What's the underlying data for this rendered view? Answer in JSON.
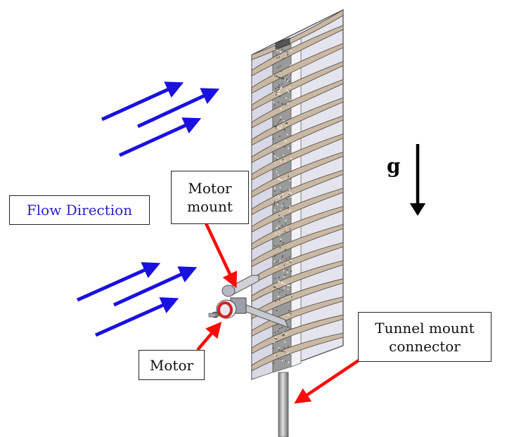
{
  "labels": {
    "flow_direction": "Flow Direction",
    "motor_mount_line1": "Motor",
    "motor_mount_line2": "mount",
    "motor": "Motor",
    "tunnel_mount_line1": "Tunnel mount",
    "tunnel_mount_line2": "connector",
    "gravity": "g"
  },
  "colors": {
    "flow_arrow": "#1a10e0",
    "flow_text": "#2a1fd0",
    "pointer_arrow": "#ff0a0a",
    "gravity_arrow": "#000000",
    "airfoil_rib": "#c9b9a4",
    "spar_body": "#e4e4ee",
    "core_foam": "#9a9a9a",
    "motor_accent": "#d42020"
  },
  "diagram": {
    "rib_count": 18,
    "flow_arrow_count": 6
  }
}
